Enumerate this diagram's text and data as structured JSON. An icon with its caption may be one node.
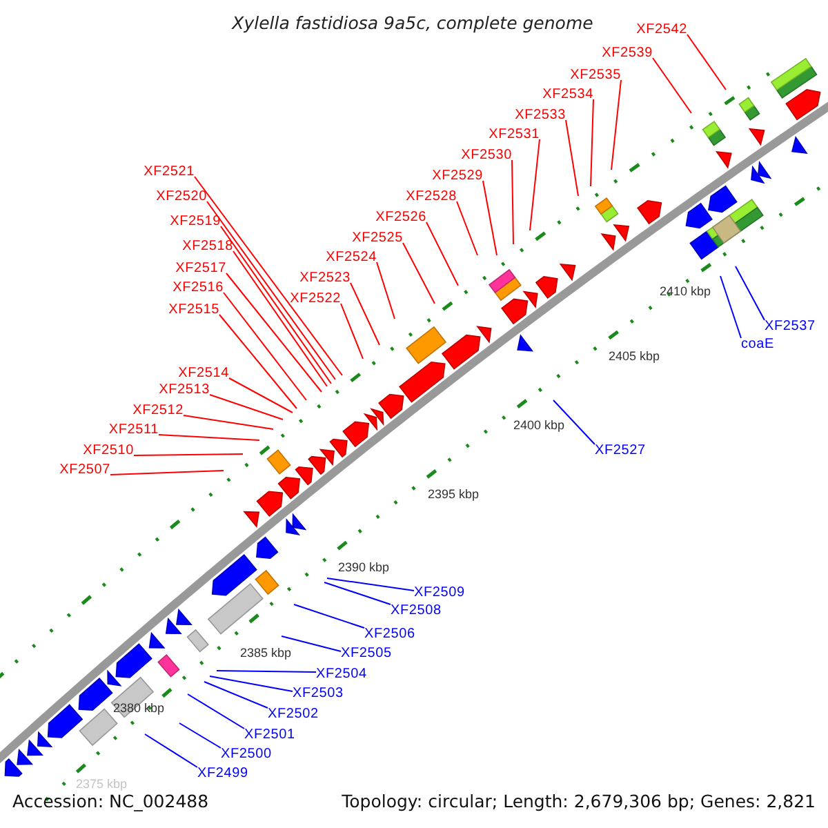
{
  "diagram": {
    "title": "Xylella fastidiosa 9a5c, complete genome",
    "nodes": [
      {
        "text": [
          "XF2542"
        ]
      },
      {
        "text": [
          "XF2539"
        ]
      },
      {
        "text": [
          "XF2535"
        ]
      },
      {
        "text": [
          "XF2534"
        ]
      },
      {
        "text": [
          "XF2533"
        ]
      },
      {
        "text": [
          "XF2531"
        ]
      },
      {
        "text": [
          "XF2530"
        ]
      },
      {
        "text": [
          "XF2521"
        ]
      },
      {
        "text": [
          "XF2529"
        ]
      },
      {
        "text": [
          "XF2528"
        ]
      },
      {
        "text": [
          "XF2520"
        ]
      },
      {
        "text": [
          "XF2526"
        ]
      },
      {
        "text": [
          "XF2519"
        ]
      },
      {
        "text": [
          "XF2525"
        ]
      },
      {
        "text": [
          "XF2518"
        ]
      },
      {
        "text": [
          "XF2524"
        ]
      },
      {
        "text": [
          "XF2517"
        ]
      },
      {
        "text": [
          "XF2523"
        ]
      },
      {
        "text": [
          "XF2516"
        ]
      },
      {
        "text": [
          "XF2522"
        ]
      },
      {
        "text": [
          "XF2515"
        ]
      },
      {
        "text": [
          "XF2537"
        ]
      },
      {
        "text": [
          "coaE"
        ]
      },
      {
        "text": [
          "XF2514"
        ]
      },
      {
        "text": [
          "XF2513"
        ]
      },
      {
        "text": [
          "XF2512"
        ]
      },
      {
        "text": [
          "XF2511"
        ]
      },
      {
        "text": [
          "XF2510"
        ]
      },
      {
        "text": [
          "XF2527"
        ]
      },
      {
        "text": [
          "XF2507"
        ]
      },
      {
        "text": [
          "XF2509"
        ]
      },
      {
        "text": [
          "XF2508"
        ]
      },
      {
        "text": [
          "XF2506"
        ]
      },
      {
        "text": [
          "XF2505"
        ]
      },
      {
        "text": [
          "XF2504"
        ]
      },
      {
        "text": [
          "XF2503"
        ]
      },
      {
        "text": [
          "XF2502"
        ]
      },
      {
        "text": [
          "XF2501"
        ]
      },
      {
        "text": [
          "XF2500"
        ]
      },
      {
        "text": [
          "XF2499"
        ]
      }
    ],
    "edges": [
      {
        "from": 0,
        "to": null,
        "arrow": "none"
      },
      {
        "from": 1,
        "to": null,
        "arrow": "none"
      },
      {
        "from": 2,
        "to": null,
        "arrow": "none"
      },
      {
        "from": 3,
        "to": null,
        "arrow": "none"
      },
      {
        "from": 4,
        "to": null,
        "arrow": "none"
      },
      {
        "from": 5,
        "to": null,
        "arrow": "none"
      },
      {
        "from": 6,
        "to": null,
        "arrow": "none"
      },
      {
        "from": 7,
        "to": null,
        "arrow": "none"
      },
      {
        "from": 8,
        "to": null,
        "arrow": "none"
      },
      {
        "from": 9,
        "to": null,
        "arrow": "none"
      },
      {
        "from": 10,
        "to": null,
        "arrow": "none"
      },
      {
        "from": 11,
        "to": null,
        "arrow": "none"
      },
      {
        "from": 12,
        "to": null,
        "arrow": "none"
      },
      {
        "from": 13,
        "to": null,
        "arrow": "none"
      },
      {
        "from": 14,
        "to": null,
        "arrow": "none"
      },
      {
        "from": 15,
        "to": null,
        "arrow": "none"
      },
      {
        "from": 16,
        "to": null,
        "arrow": "none"
      },
      {
        "from": 17,
        "to": null,
        "arrow": "none"
      },
      {
        "from": 18,
        "to": null,
        "arrow": "none"
      },
      {
        "from": 19,
        "to": null,
        "arrow": "none"
      },
      {
        "from": 20,
        "to": null,
        "arrow": "none"
      },
      {
        "from": 21,
        "to": null,
        "arrow": "none",
        "color": "#0000ff"
      },
      {
        "from": 22,
        "to": null,
        "arrow": "none",
        "color": "#0000ff"
      },
      {
        "from": 23,
        "to": null,
        "arrow": "none"
      },
      {
        "from": 24,
        "to": null,
        "arrow": "none"
      },
      {
        "from": 25,
        "to": null,
        "arrow": "none"
      },
      {
        "from": 26,
        "to": null,
        "arrow": "none"
      },
      {
        "from": 27,
        "to": null,
        "arrow": "none"
      },
      {
        "from": 28,
        "to": null,
        "arrow": "none",
        "color": "#0000ff"
      },
      {
        "from": 29,
        "to": null,
        "arrow": "none"
      },
      {
        "from": 30,
        "to": null,
        "arrow": "none",
        "color": "#0000ff"
      },
      {
        "from": 31,
        "to": null,
        "arrow": "none",
        "color": "#0000ff"
      },
      {
        "from": 32,
        "to": null,
        "arrow": "none",
        "color": "#0000ff"
      },
      {
        "from": 33,
        "to": null,
        "arrow": "none",
        "color": "#0000ff"
      },
      {
        "from": 34,
        "to": null,
        "arrow": "none",
        "color": "#0000ff"
      },
      {
        "from": 35,
        "to": null,
        "arrow": "none",
        "color": "#0000ff"
      },
      {
        "from": 36,
        "to": null,
        "arrow": "none",
        "color": "#0000ff"
      },
      {
        "from": 37,
        "to": null,
        "arrow": "none",
        "color": "#0000ff"
      },
      {
        "from": 38,
        "to": null,
        "arrow": "none",
        "color": "#0000ff"
      },
      {
        "from": 39,
        "to": null,
        "arrow": "none",
        "color": "#0000ff"
      }
    ],
    "labels": [
      "2410 kbp",
      "2405 kbp",
      "2400 kbp",
      "2395 kbp",
      "2390 kbp",
      "2385 kbp",
      "2380 kbp",
      "2375 kbp",
      "Accession: NC_002488",
      "Topology: circular; Length: 2,679,306 bp; Genes: 2,821"
    ]
  }
}
